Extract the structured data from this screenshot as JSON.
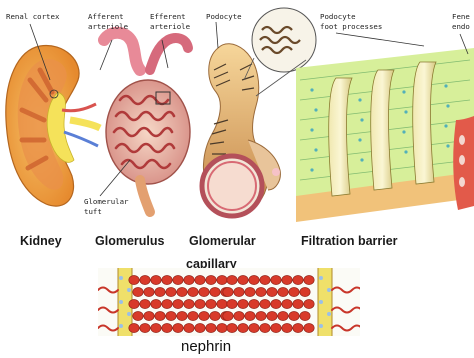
{
  "labels": {
    "renal_cortex": "Renal cortex",
    "afferent_1": "Afferent",
    "afferent_2": "arteriole",
    "efferent_1": "Efferent",
    "efferent_2": "arteriole",
    "podocyte": "Podocyte",
    "podocyte_fp_1": "Podocyte",
    "podocyte_fp_2": "foot processes",
    "fenestrated_1": "Fene",
    "fenestrated_2": "endo",
    "glomerular_tuft_1": "Glomerular",
    "glomerular_tuft_2": "tuft"
  },
  "captions": {
    "kidney": "Kidney",
    "glomerulus": "Glomerulus",
    "glomerular_capillary_1": "Glomerular",
    "glomerular_capillary_2": "capillary",
    "filtration_barrier": "Filtration barrier",
    "nephrin": "nephrin"
  },
  "colors": {
    "kidney_outer": "#f0a33a",
    "kidney_inner": "#e07a4a",
    "pelvis": "#f5e66a",
    "artery_pink": "#f0909c",
    "podocyte_tan": "#d8b47a",
    "barrier_green": "#b7dc70",
    "barrier_cyan": "#6fd0d8",
    "nephrin_red": "#d83a2a",
    "membrane_yellow": "#efe06a"
  }
}
